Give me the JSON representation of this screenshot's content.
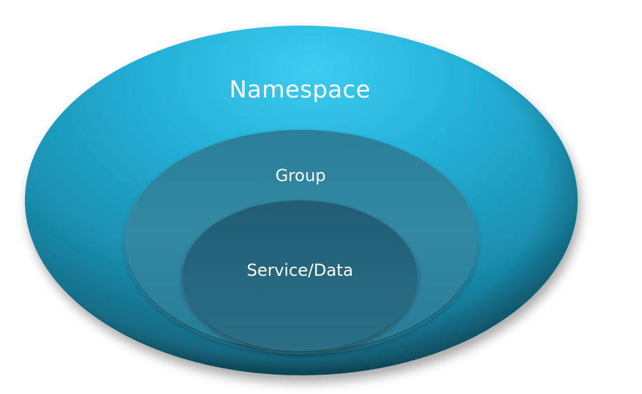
{
  "diagram": {
    "outer": {
      "label": "Namespace",
      "color": "#1FA9CF"
    },
    "middle": {
      "label": "Group",
      "color": "#2F86A0"
    },
    "inner": {
      "label": "Service/Data",
      "color": "#276A82"
    }
  }
}
